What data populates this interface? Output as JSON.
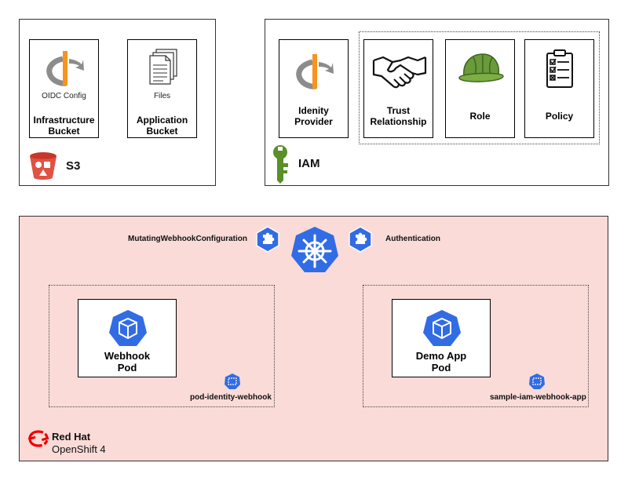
{
  "s3": {
    "title": "S3",
    "infra": {
      "caption": "OIDC Config",
      "label_line1": "Infrastructure",
      "label_line2": "Bucket"
    },
    "app": {
      "caption": "Files",
      "label_line1": "Application",
      "label_line2": "Bucket"
    }
  },
  "iam": {
    "title": "IAM",
    "idp": {
      "label_line1": "Idenity",
      "label_line2": "Provider"
    },
    "trust": {
      "label_line1": "Trust",
      "label_line2": "Relationship"
    },
    "role": {
      "label": "Role"
    },
    "policy": {
      "label": "Policy"
    }
  },
  "cluster": {
    "mutating_label": "MutatingWebhookConfiguration",
    "auth_label": "Authentication",
    "webhook": {
      "line1": "Webhook",
      "line2": "Pod",
      "namespace": "pod-identity-webhook"
    },
    "demo": {
      "line1": "Demo App",
      "line2": "Pod",
      "namespace": "sample-iam-webhook-app"
    },
    "brand_line1": "Red Hat",
    "brand_line2": "OpenShift 4"
  },
  "colors": {
    "k8s_blue": "#326ce5",
    "pink_bg": "#fadbd8",
    "s3_red": "#e05243",
    "iam_green": "#5a8f29",
    "helmet_green": "#6a9b3a",
    "openid_orange": "#f7931e",
    "openid_gray": "#8c8c8c",
    "redhat_red": "#ee0000"
  }
}
